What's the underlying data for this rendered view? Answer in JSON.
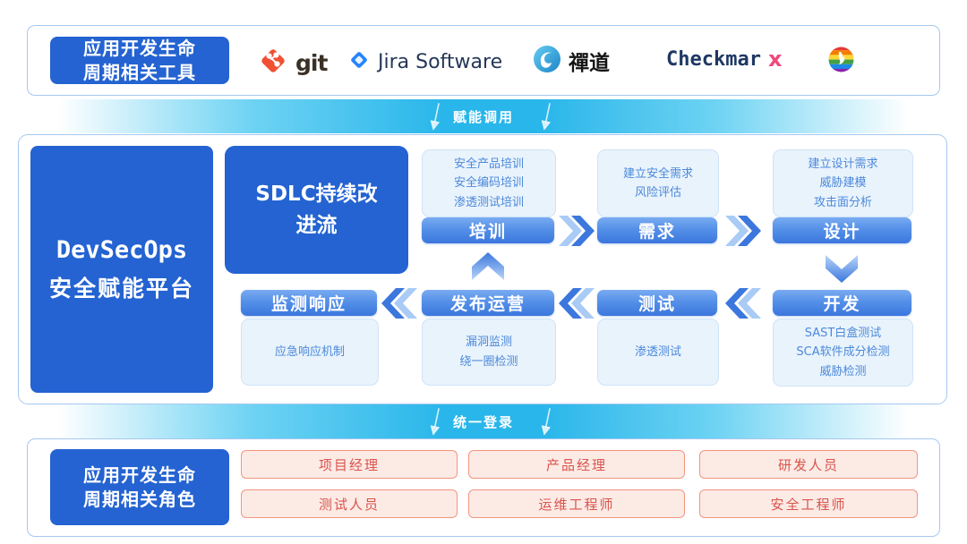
{
  "colors": {
    "primary_blue": "#2463D1",
    "header_blue": "#3B77DD",
    "light_box_fill": "#E9F3FC",
    "band_cyan": "#29B6EA",
    "role_red": "#D9544C",
    "git_orange": "#F05033",
    "jira_blue": "#2684FF",
    "checkmarx_pink": "#F0487C"
  },
  "tools_section": {
    "label_lines": [
      "应用开发生命",
      "周期相关工具"
    ],
    "git_label": "git",
    "jira_label": "Jira Software",
    "zentao_label": "禪道",
    "checkmarx_prefix": "Checkmar",
    "checkmarx_mark": "x"
  },
  "band_top": {
    "label": "赋能调用"
  },
  "platform": {
    "title_lines": [
      "DevSecOps",
      "安全赋能平台"
    ],
    "sdlc_lines": [
      "SDLC持续改",
      "进流"
    ],
    "stages": {
      "training": {
        "label": "培训",
        "items": [
          "安全产品培训",
          "安全编码培训",
          "渗透测试培训"
        ]
      },
      "requirements": {
        "label": "需求",
        "items": [
          "建立安全需求",
          "风险评估"
        ]
      },
      "design": {
        "label": "设计",
        "items": [
          "建立设计需求",
          "威胁建模",
          "攻击面分析"
        ]
      },
      "development": {
        "label": "开发",
        "items": [
          "SAST白盒测试",
          "SCA软件成分检测",
          "威胁检测"
        ]
      },
      "testing": {
        "label": "测试",
        "items": [
          "渗透测试"
        ]
      },
      "release": {
        "label": "发布运营",
        "items": [
          "漏洞监测",
          "绕一圈检测"
        ]
      },
      "monitoring": {
        "label": "监测响应",
        "items": [
          "应急响应机制"
        ]
      }
    }
  },
  "band_bottom": {
    "label": "统一登录"
  },
  "roles_section": {
    "label_lines": [
      "应用开发生命",
      "周期相关角色"
    ],
    "items": [
      "项目经理",
      "产品经理",
      "研发人员",
      "测试人员",
      "运维工程师",
      "安全工程师"
    ]
  }
}
